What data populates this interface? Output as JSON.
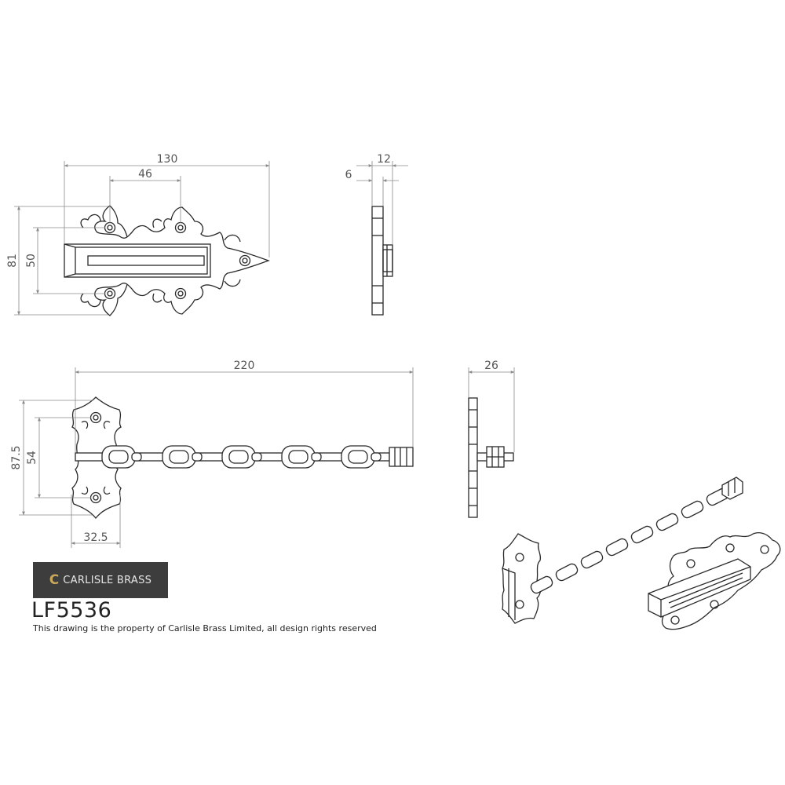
{
  "brand": {
    "logo_mark": "C",
    "logo_text": "CARLISLE BRASS",
    "logo_bg": "#3d3d3d",
    "logo_accent": "#c9a85a"
  },
  "product_code": "LF5536",
  "rights_notice": "This drawing is the property of Carlisle Brass Limited, all design rights reserved",
  "dimensions": {
    "keeper_width": "130",
    "keeper_hole_spacing": "46",
    "keeper_height": "81",
    "keeper_slot_height": "50",
    "keeper_side_depth": "12",
    "keeper_side_plate": "6",
    "chain_length": "220",
    "chain_plate_height": "87.5",
    "chain_hole_spacing": "54",
    "chain_plate_width": "32.5",
    "chain_side_depth": "26"
  }
}
